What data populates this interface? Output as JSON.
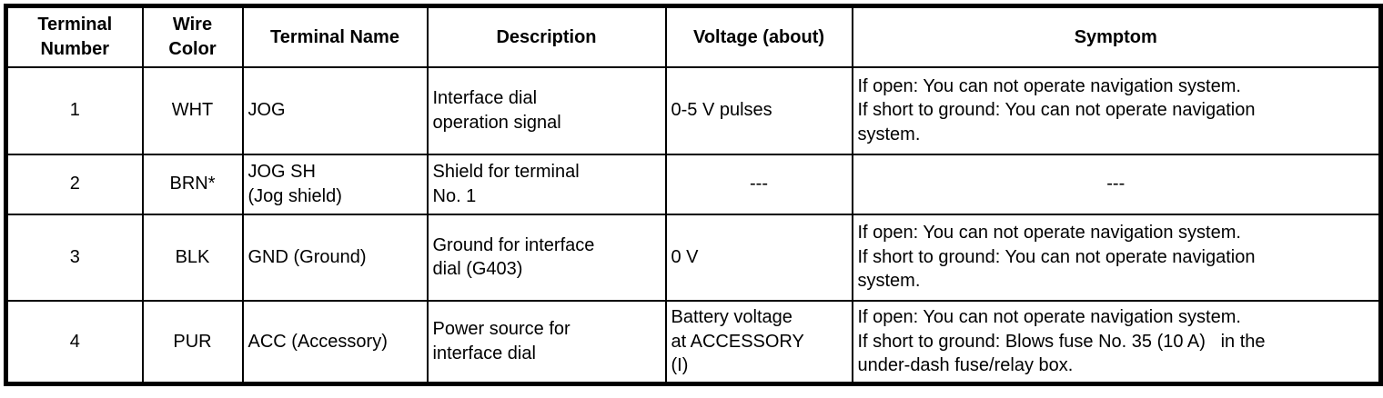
{
  "table": {
    "headers": [
      "Terminal\nNumber",
      "Wire\nColor",
      "Terminal Name",
      "Description",
      "Voltage (about)",
      "Symptom"
    ],
    "rows": [
      {
        "terminal_number": "1",
        "wire_color": "WHT",
        "terminal_name": "JOG",
        "description": "Interface dial\noperation signal",
        "voltage": "0-5 V pulses",
        "symptom": "If open: You can not operate navigation system.\nIf short to ground: You can not operate navigation\nsystem."
      },
      {
        "terminal_number": "2",
        "wire_color": "BRN*",
        "terminal_name": "JOG SH\n(Jog shield)",
        "description": "Shield for terminal\nNo. 1",
        "voltage": "---",
        "symptom": "---"
      },
      {
        "terminal_number": "3",
        "wire_color": "BLK",
        "terminal_name": "GND (Ground)",
        "description": "Ground for interface\ndial (G403)",
        "voltage": "0 V",
        "symptom": "If open: You can not operate navigation system.\nIf short to ground: You can not operate navigation\nsystem."
      },
      {
        "terminal_number": "4",
        "wire_color": "PUR",
        "terminal_name": "ACC (Accessory)",
        "description": "Power source for\ninterface dial",
        "voltage": "Battery voltage\nat ACCESSORY\n(I)",
        "symptom": "If open: You can not operate navigation system.\nIf short to ground: Blows fuse No. 35 (10 A)   in the\nunder-dash fuse/relay box."
      }
    ]
  }
}
